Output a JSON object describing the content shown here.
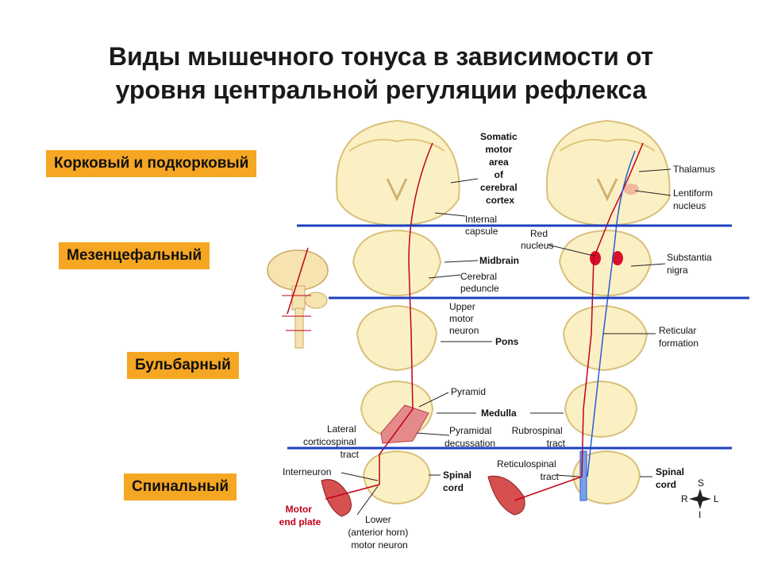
{
  "title_line1": "Виды мышечного тонуса в зависимости от",
  "title_line2": "уровня центральной регуляции рефлекса",
  "levels": [
    {
      "label": "Корковый и подкорковый"
    },
    {
      "label": "Мезенцефальный"
    },
    {
      "label": "Бульбарный"
    },
    {
      "label": "Спинальный"
    }
  ],
  "labels": {
    "somatic_motor": [
      "Somatic",
      "motor",
      "area",
      "of",
      "cerebral",
      "cortex"
    ],
    "internal_capsule": [
      "Internal",
      "capsule"
    ],
    "thalamus": "Thalamus",
    "lentiform": [
      "Lentiform",
      "nucleus"
    ],
    "red_nucleus": [
      "Red",
      "nucleus"
    ],
    "midbrain": "Midbrain",
    "cerebral_peduncle": [
      "Cerebral",
      "peduncle"
    ],
    "substantia_nigra": [
      "Substantia",
      "nigra"
    ],
    "upper_motor": [
      "Upper",
      "motor",
      "neuron"
    ],
    "pons": "Pons",
    "reticular_formation": [
      "Reticular",
      "formation"
    ],
    "pyramid": "Pyramid",
    "medulla": "Medulla",
    "lateral_cst": [
      "Lateral",
      "corticospinal",
      "tract"
    ],
    "pyramidal_decussation": [
      "Pyramidal",
      "decussation"
    ],
    "rubrospinal": [
      "Rubrospinal",
      "tract"
    ],
    "interneuron": "Interneuron",
    "reticulospinal": [
      "Reticulospinal",
      "tract"
    ],
    "spinal_cord_left": [
      "Spinal",
      "cord"
    ],
    "spinal_cord_right": [
      "Spinal",
      "cord"
    ],
    "motor_end_plate": [
      "Motor",
      "end plate"
    ],
    "lower_motor": [
      "Lower",
      "(anterior horn)",
      "motor neuron"
    ],
    "compass": {
      "s": "S",
      "r": "R",
      "l": "L",
      "i": "I"
    }
  },
  "colors": {
    "level_box": "#f5a623",
    "divider": "#1f3fbf",
    "tissue": "#fbf0c4",
    "tissue_edge": "#d8c07a",
    "tract": "#c0001a",
    "tract_blue": "#2a5bd7"
  }
}
